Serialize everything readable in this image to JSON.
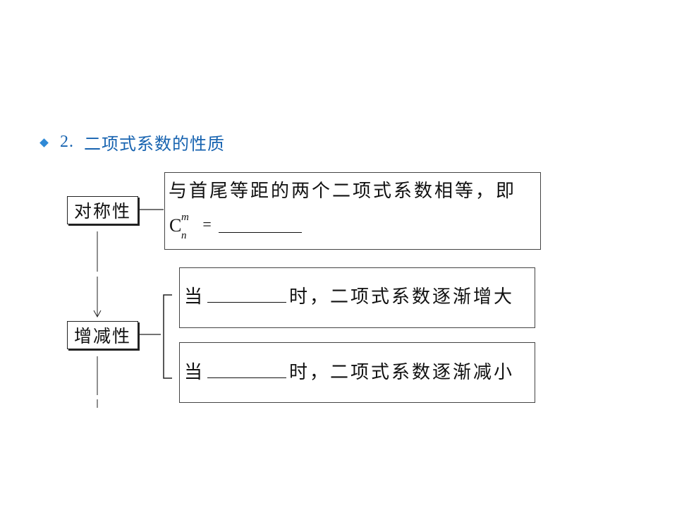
{
  "heading": {
    "number": "2.",
    "title": "二项式系数的性质"
  },
  "symmetry": {
    "label": "对称性",
    "text": "与首尾等距的两个二项式系数相等，即",
    "formula_base": "C",
    "formula_sup": "m",
    "formula_sub": "n",
    "formula_eq": "="
  },
  "monotonic": {
    "label": "增减性",
    "increase": {
      "prefix": "当",
      "suffix": "时，二项式系数逐渐增大"
    },
    "decrease": {
      "prefix": "当",
      "suffix": "时，二项式系数逐渐减小"
    }
  },
  "colors": {
    "heading": "#1763b0",
    "bullet": "#2f89d6"
  }
}
